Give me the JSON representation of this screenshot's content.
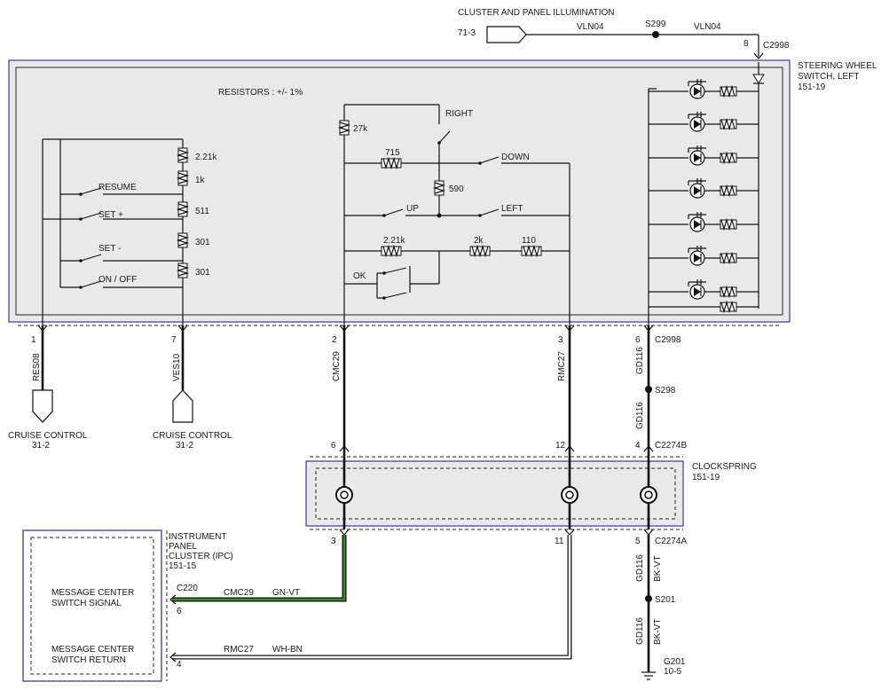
{
  "illumination": {
    "title": "CLUSTER AND PANEL ILLUMINATION",
    "ref": "71-3",
    "wire1": "VLN04",
    "splice": "S299",
    "wire2": "VLN04",
    "pin": "8",
    "connector": "C2998"
  },
  "switch_module": {
    "name_line1": "STEERING WHEEL",
    "name_line2": "SWITCH, LEFT",
    "ref": "151-19",
    "resistors_note": "RESISTORS : +/- 1%"
  },
  "cruise_ladder": {
    "resistors": [
      "2.21k",
      "1k",
      "511",
      "301",
      "301"
    ],
    "switches": [
      "RESUME",
      "SET +",
      "SET -",
      "ON / OFF"
    ]
  },
  "message_ladder": {
    "resistors": [
      "27k",
      "715",
      "590",
      "2.21k",
      "2k",
      "110"
    ],
    "switches": [
      "RIGHT",
      "DOWN",
      "UP",
      "LEFT",
      "OK"
    ]
  },
  "circuits": [
    {
      "pin": "1",
      "wire": "RES08"
    },
    {
      "pin": "7",
      "wire": "VES10"
    },
    {
      "pin": "2",
      "wire": "CMC29"
    },
    {
      "pin": "3",
      "wire": "RMC27"
    },
    {
      "pin": "6",
      "wire": "GD116",
      "connector": "C2998"
    }
  ],
  "ground_path": {
    "wire": "GD116",
    "splice_top": "S298",
    "lower_wire1": "GD116",
    "lower_color1": "BK-VT",
    "splice_bottom": "S201",
    "lower_wire2": "GD116",
    "lower_color2": "BK-VT",
    "ground": "G201",
    "ground_ref": "10-5"
  },
  "cruise_targets": [
    {
      "label": "CRUISE CONTROL",
      "ref": "31-2"
    },
    {
      "label": "CRUISE CONTROL",
      "ref": "31-2"
    }
  ],
  "clockspring": {
    "title": "CLOCKSPRING",
    "ref": "151-19",
    "top_pins": [
      "6",
      "12",
      "4"
    ],
    "top_connector": "C2274B",
    "bottom_pins": [
      "3",
      "11",
      "5"
    ],
    "bottom_connector": "C2274A"
  },
  "ipc": {
    "title_line1": "INSTRUMENT",
    "title_line2": "PANEL",
    "title_line3": "CLUSTER (IPC)",
    "ref": "151-15",
    "connector": "C220",
    "signal_line1": "MESSAGE CENTER",
    "signal_line2": "SWITCH SIGNAL",
    "signal_pin": "6",
    "signal_wire": "CMC29",
    "signal_color": "GN-VT",
    "return_line1": "MESSAGE CENTER",
    "return_line2": "SWITCH RETURN",
    "return_pin": "4",
    "return_wire": "RMC27",
    "return_color": "WH-BN"
  },
  "colors": {
    "module_border": "#3a3aa0",
    "module_fill": "#e9e9e9",
    "signal_wire": "#3e8a2c",
    "return_wire": "#ffffff"
  }
}
